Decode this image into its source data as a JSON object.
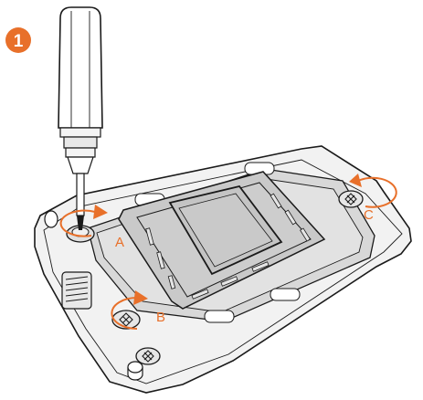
{
  "step": {
    "number": "1"
  },
  "screw_labels": {
    "a": "A",
    "b": "B",
    "c": "C"
  },
  "colors": {
    "accent": "#E8702A",
    "outline": "#1A1A1A",
    "plate": "#EDEDED",
    "frame": "#D2D2D2",
    "chip": "#C9C9C9",
    "background": "#FFFFFF"
  },
  "icons": {
    "tool": "screwdriver-icon",
    "rotation": "rotation-arrow-icon",
    "screw": "torx-screw-icon"
  }
}
